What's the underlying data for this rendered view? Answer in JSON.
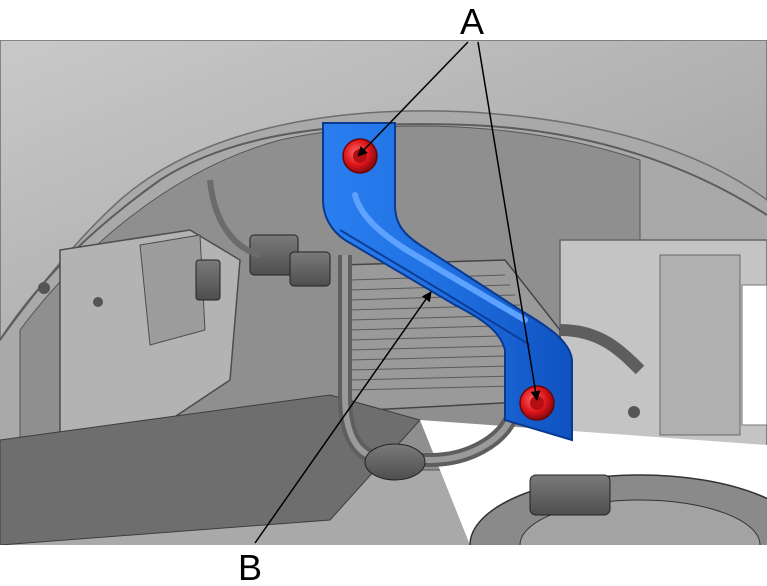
{
  "callouts": [
    {
      "id": "A",
      "label": "A"
    },
    {
      "id": "B",
      "label": "B"
    }
  ],
  "colors": {
    "bracket": "#1f6fe0",
    "bracket_dark": "#0d47b0",
    "bolt": "#e0161c",
    "housing": "#b9b9b9",
    "background": "#ffffff"
  },
  "icons": {
    "bolt_upper": "red-bolt-icon",
    "bolt_lower": "red-bolt-icon"
  }
}
